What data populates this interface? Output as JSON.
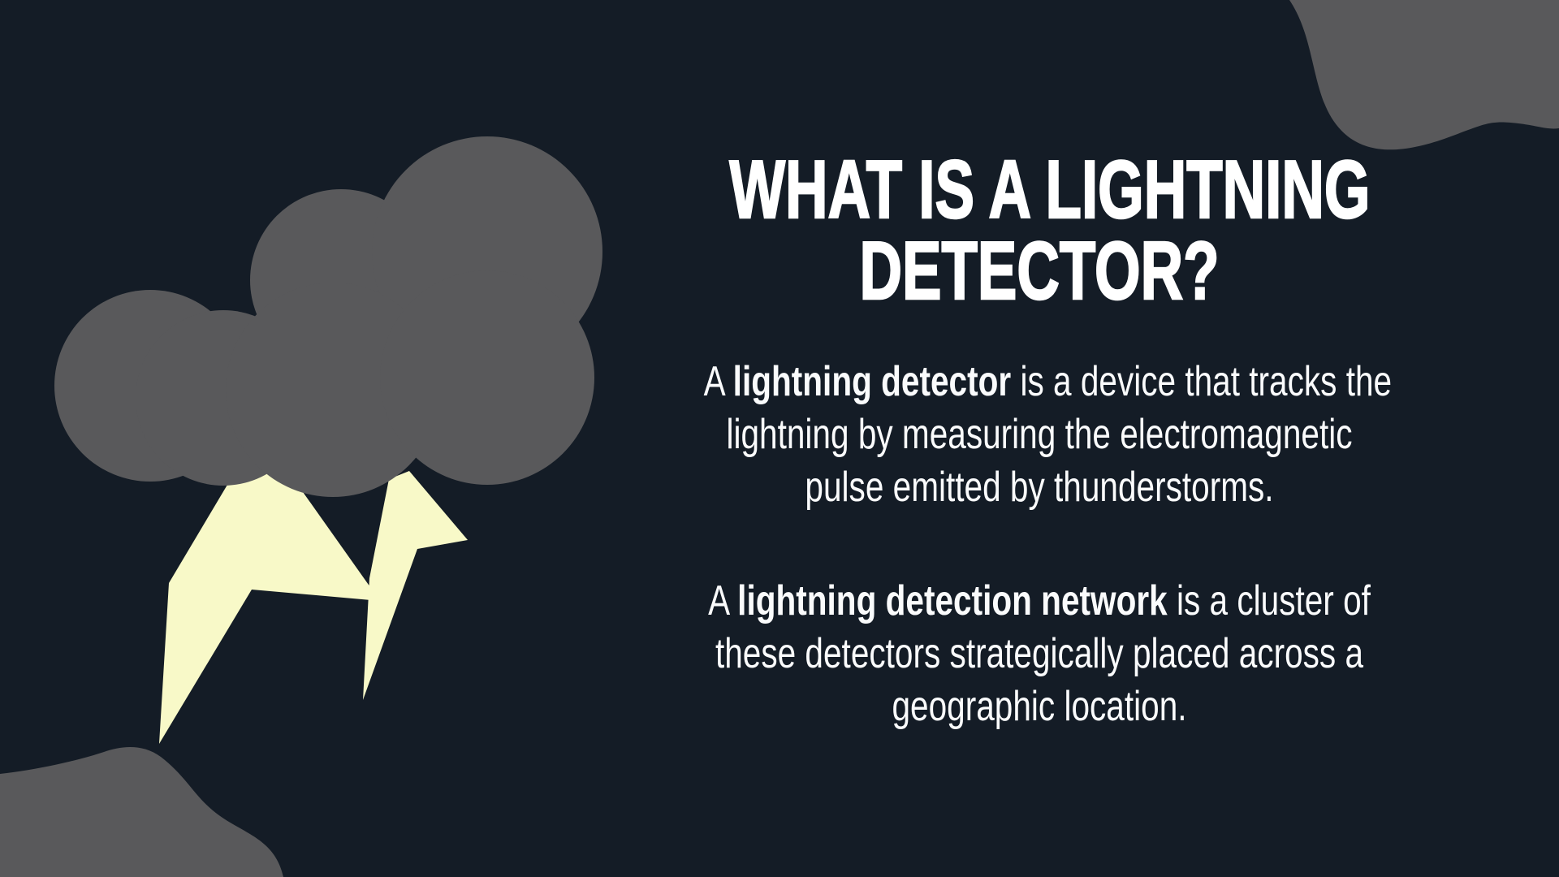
{
  "slide": {
    "title": {
      "line1": "WHAT IS A LIGHTNING",
      "line2": "DETECTOR?"
    },
    "paragraphs": [
      {
        "lines": [
          [
            {
              "t": "A ",
              "b": 0
            },
            {
              "t": "lightning detector",
              "b": 1
            },
            {
              "t": " is a device that tracks the",
              "b": 0
            }
          ],
          [
            {
              "t": "lightning by measuring the electromagnetic",
              "b": 0
            }
          ],
          [
            {
              "t": "pulse emitted by thunderstorms.",
              "b": 0
            }
          ]
        ]
      },
      {
        "lines": [
          [
            {
              "t": "A ",
              "b": 0
            },
            {
              "t": "lightning detection network",
              "b": 1
            },
            {
              "t": " is a cluster of",
              "b": 0
            }
          ],
          [
            {
              "t": "these detectors strategically placed across a",
              "b": 0
            }
          ],
          [
            {
              "t": "geographic location.",
              "b": 0
            }
          ]
        ]
      }
    ],
    "icons": [
      {
        "name": "storm-cloud-icon"
      },
      {
        "name": "lightning-bolt-left-icon"
      },
      {
        "name": "lightning-bolt-right-icon"
      },
      {
        "name": "corner-cloud-top-right"
      },
      {
        "name": "corner-cloud-bottom-left"
      }
    ],
    "colors": {
      "background": "#141c26",
      "cloud_gray": "#59595b",
      "lightning_yellow": "#f8f9c8",
      "title_text": "#ffffff",
      "body_text": "#fafbfc"
    }
  }
}
